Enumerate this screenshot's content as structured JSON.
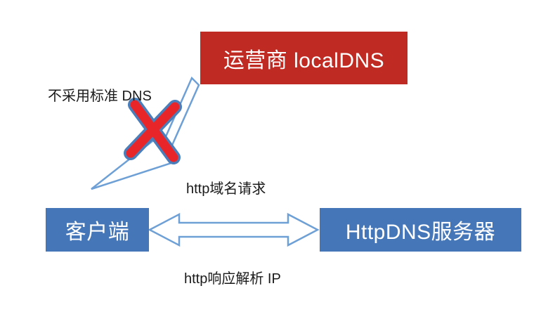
{
  "diagram": {
    "title": "HttpDNS flow diagram",
    "nodes": {
      "local_dns": {
        "label": "运营商 localDNS",
        "bg": "#bf2a23",
        "text_color": "#ffffff"
      },
      "client": {
        "label": "客户端",
        "bg": "#4577b8",
        "text_color": "#ffffff"
      },
      "httpdns_server": {
        "label": "HttpDNS服务器",
        "bg": "#4577b8",
        "text_color": "#ffffff"
      }
    },
    "labels": {
      "no_standard_dns": "不采用标准 DNS",
      "http_request": "http域名请求",
      "http_response": "http响应解析 IP"
    },
    "colors": {
      "arrow_stroke": "#6ea0d6",
      "arrow_fill": "#ffffff",
      "x_red": "#e8262a",
      "x_outline": "#4a7ebb"
    }
  }
}
